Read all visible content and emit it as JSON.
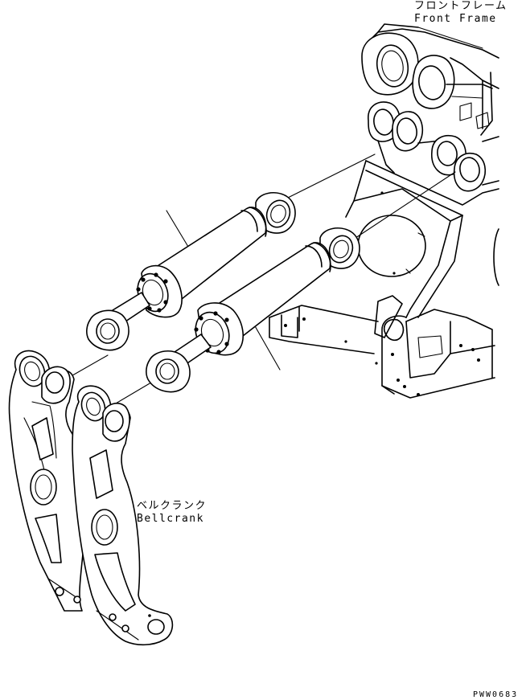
{
  "labels": {
    "front_frame_jp": "フロントフレーム",
    "front_frame_en": "Front Frame",
    "bellcrank_jp": "ベルクランク",
    "bellcrank_en": "Bellcrank"
  },
  "drawing_code": "PWW0683"
}
